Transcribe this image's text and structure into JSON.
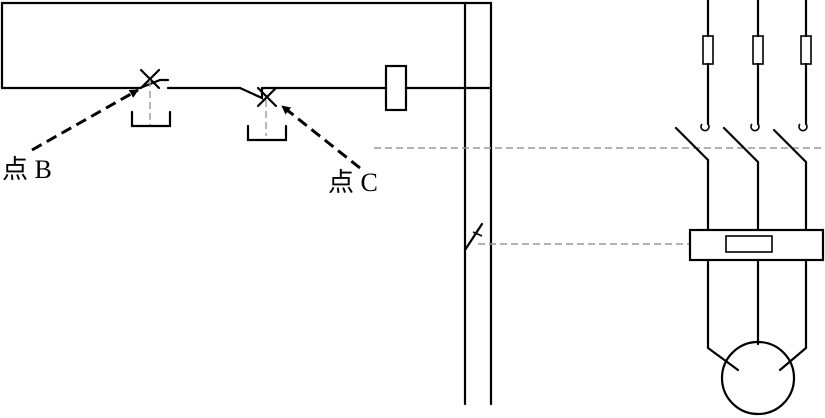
{
  "labels": {
    "point_b": "点 B",
    "point_c": "点 C"
  },
  "icons": {
    "arrowhead": "filled-triangle-arrow",
    "limit_marker": "x-cross"
  },
  "colors": {
    "line": "#000000",
    "mechanical_linkage": "#999999",
    "background": "#ffffff"
  }
}
